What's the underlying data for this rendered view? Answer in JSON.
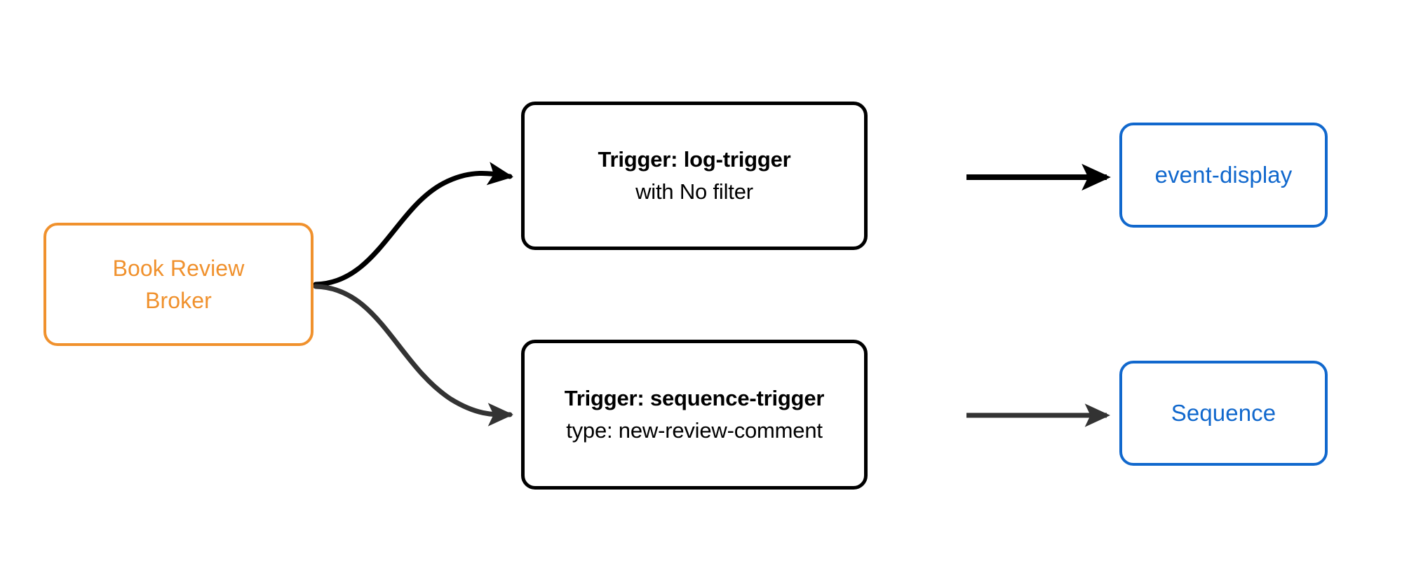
{
  "diagram": {
    "title": "Book Review Broker trigger routing diagram",
    "background_color": "#ffffff",
    "colors": {
      "broker": "#F0912D",
      "trigger": "#000000",
      "consumer": "#1168CD",
      "edge_primary": "#000000",
      "edge_secondary": "#333333"
    },
    "nodes": {
      "broker": {
        "line1": "Book Review",
        "line2": "Broker"
      },
      "trigger_log": {
        "title": "Trigger: log-trigger",
        "subtitle": "with No filter"
      },
      "trigger_sequence": {
        "title": "Trigger: sequence-trigger",
        "subtitle": "type: new-review-comment"
      },
      "consumer_event_display": {
        "label": "event-display"
      },
      "consumer_sequence": {
        "label": "Sequence"
      }
    },
    "edges": [
      {
        "name": "broker-to-log-trigger",
        "from": "broker",
        "to": "trigger_log",
        "style": "curved",
        "color": "#000000"
      },
      {
        "name": "broker-to-sequence-trigger",
        "from": "broker",
        "to": "trigger_sequence",
        "style": "curved",
        "color": "#333333"
      },
      {
        "name": "log-trigger-to-event-display",
        "from": "trigger_log",
        "to": "consumer_event_display",
        "style": "straight",
        "color": "#000000"
      },
      {
        "name": "sequence-trigger-to-sequence",
        "from": "trigger_sequence",
        "to": "consumer_sequence",
        "style": "straight",
        "color": "#333333"
      }
    ]
  }
}
